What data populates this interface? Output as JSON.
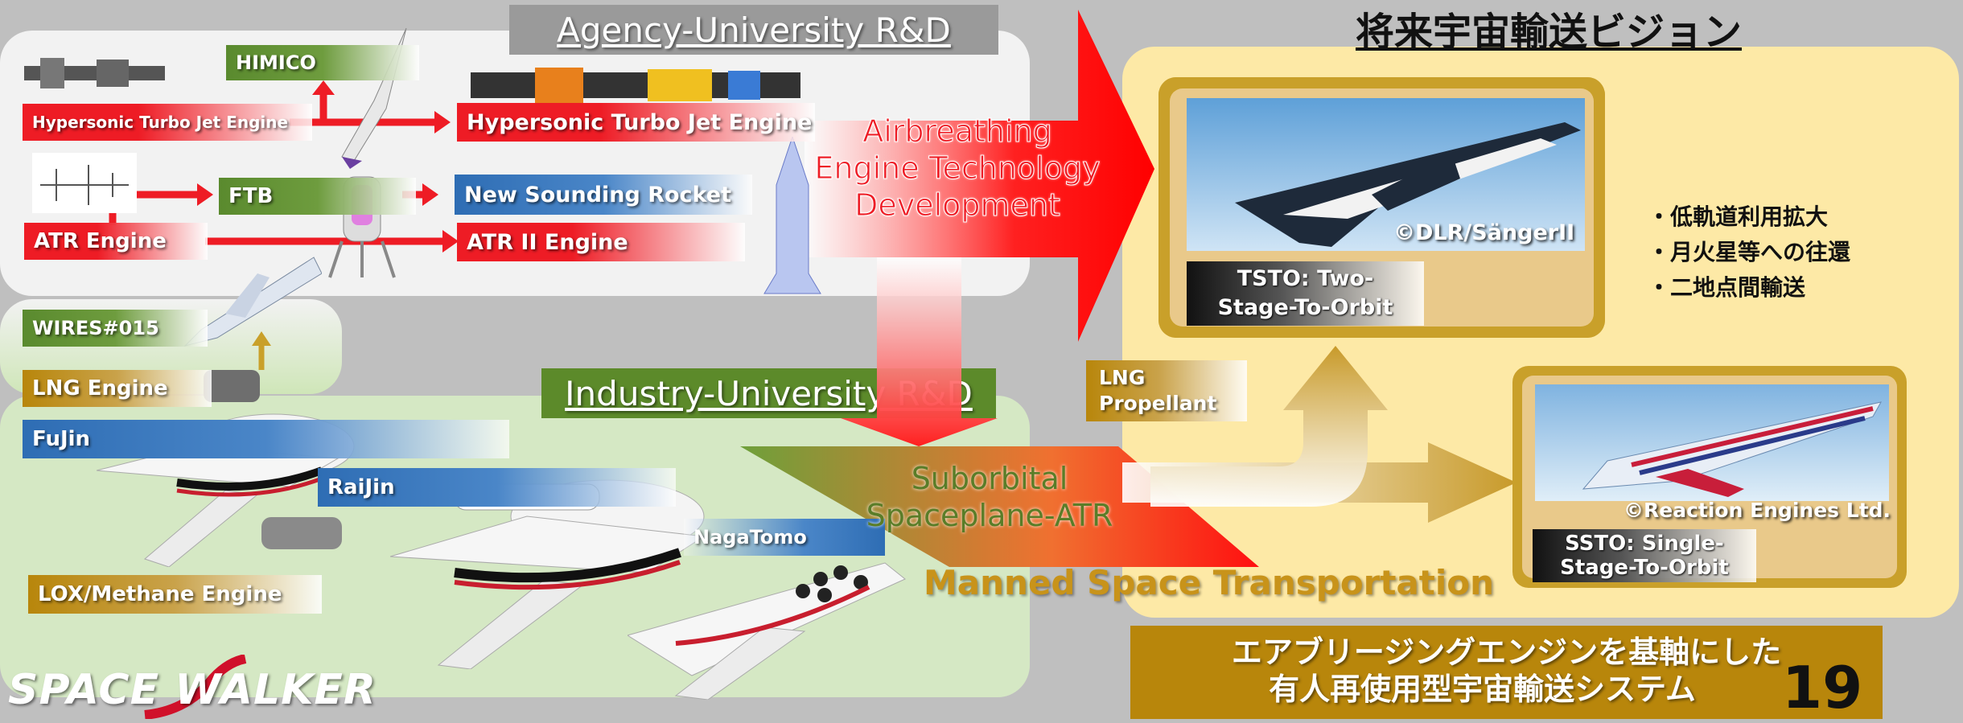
{
  "agency_panel": {
    "title": "Agency-University R&D"
  },
  "industry_panel": {
    "title": "Industry-University R&D"
  },
  "vision_panel": {
    "title": "将来宇宙輸送ビジョン"
  },
  "labels": {
    "himico": "HIMICO",
    "hyper_small": "Hypersonic Turbo Jet Engine",
    "hyper_big": "Hypersonic Turbo Jet Engine",
    "ftb": "FTB",
    "new_sounding": "New Sounding Rocket",
    "atr_engine": "ATR Engine",
    "atr2_engine": "ATR II Engine",
    "wires": "WIRES#015",
    "lng_engine": "LNG Engine",
    "fujin": "FuJin",
    "raijin": "RaiJin",
    "nagatomo": "NagaTomo",
    "lox_engine": "LOX/Methane Engine",
    "lng_propellant_1": "LNG",
    "lng_propellant_2": "Propellant"
  },
  "arrow_text": {
    "airbreathing_1": "Airbreathing",
    "airbreathing_2": "Engine Technology",
    "airbreathing_3": "Development",
    "suborbital_1": "Suborbital",
    "suborbital_2": "Spaceplane-ATR",
    "manned": "Manned Space Transportation"
  },
  "vision": {
    "credit_dlr": "©DLR/SängerII",
    "tsto_1": "TSTO: Two-",
    "tsto_2": "Stage-To-Orbit",
    "bullets": [
      "・低軌道利用拡大",
      "・月火星等への往還",
      "・二地点間輸送"
    ],
    "credit_reaction": "©Reaction Engines Ltd.",
    "ssto_1": "SSTO: Single-",
    "ssto_2": "Stage-To-Orbit"
  },
  "footer": {
    "line1": "エアブリージングエンジンを基軸にした",
    "line2": "有人再使用型宇宙輸送システム",
    "page_number": "19",
    "logo": "SPACE WALKER"
  },
  "colors": {
    "red": "#ee1c25",
    "gold": "#b8860b",
    "vision_bg": "#fde9a6",
    "green_panel": "#d5e8c4"
  }
}
